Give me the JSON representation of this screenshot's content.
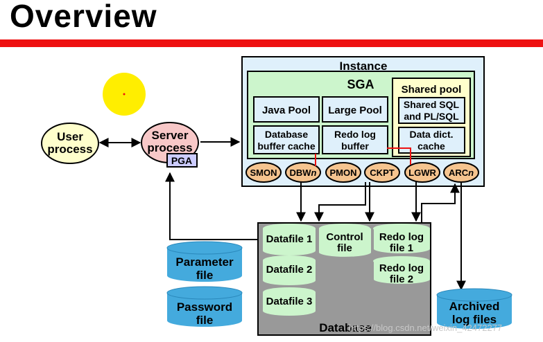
{
  "title": "Overview",
  "instance": {
    "label": "Instance"
  },
  "sga": {
    "label": "SGA",
    "java_pool": "Java Pool",
    "large_pool": "Large Pool",
    "db_buffer_cache": [
      "Database",
      "buffer cache"
    ],
    "redo_log_buffer": [
      "Redo log",
      "buffer"
    ],
    "shared_pool": {
      "label": "Shared pool",
      "shared_sql": [
        "Shared SQL",
        "and PL/SQL"
      ],
      "data_dict": [
        "Data dict.",
        "cache"
      ]
    }
  },
  "processes": {
    "smon": "SMON",
    "dbwn_prefix": "DBW",
    "dbwn_suffix": "n",
    "pmon": "PMON",
    "ckpt": "CKPT",
    "lgwr": "LGWR",
    "arcn_prefix": "ARC",
    "arcn_suffix": "n"
  },
  "user_process": [
    "User",
    "process"
  ],
  "server_process": [
    "Server",
    "process"
  ],
  "pga": "PGA",
  "database": {
    "label": "Database",
    "datafile1": "Datafile 1",
    "datafile2": "Datafile 2",
    "datafile3": "Datafile 3",
    "control_file": [
      "Control",
      "file"
    ],
    "redo_log_file1": [
      "Redo log",
      "file 1"
    ],
    "redo_log_file2": [
      "Redo log",
      "file 2"
    ]
  },
  "parameter_file": [
    "Parameter",
    "file"
  ],
  "password_file": [
    "Password",
    "file"
  ],
  "archived_log_files": [
    "Archived",
    "log files"
  ],
  "watermark": "https://blog.csdn.net/weixin_42472277",
  "colors": {
    "accent_red": "#ee1111",
    "instance_fill": "#dff0fb",
    "sga_fill": "#ccf5cc",
    "memory_box_fill": "#dff0fb",
    "shared_pool_fill": "#ffffcc",
    "process_fill": "#f5c48f",
    "server_fill": "#f8c8c8",
    "user_fill": "#ffffcc",
    "pga_fill": "#ccccff",
    "database_fill": "#999999",
    "datafile_fill": "#ccf5cc",
    "side_file_fill": "#44aadd",
    "sun_fill": "#ffee00"
  }
}
